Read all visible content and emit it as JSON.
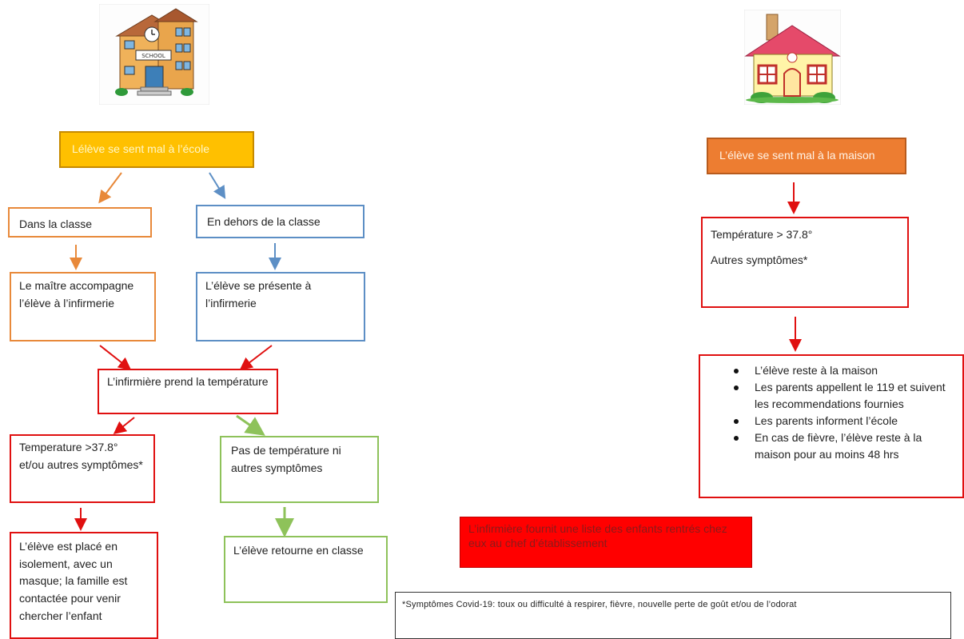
{
  "school_side": {
    "header": "Lélève se sent mal à l’école",
    "in_class": "Dans la classe",
    "out_class": "En dehors de la classe",
    "teacher_accompanies": "Le maître accompagne l’élève à l’infirmerie",
    "student_presents": "L’élève se présente à l’infirmerie",
    "nurse_takes_temp": "L’infirmière prend la température",
    "fever_or_symptoms": "Temperature >37.8° et/ou autres symptômes*",
    "no_fever": "Pas de température ni autres symptômes",
    "isolation": "L’élève est placé en isolement, avec un masque; la famille est contactée pour venir chercher l’enfant",
    "returns_to_class": "L’élève retourne en classe"
  },
  "school_icon": {
    "sign": "SCHOOL",
    "icon": "school-building-icon"
  },
  "home_icon": {
    "icon": "house-icon"
  },
  "home_side": {
    "header": "L’élève se sent mal à la maison",
    "temperature": "Température > 37.8°",
    "other_symptoms": "Autres symptômes*",
    "actions": [
      "L’élève reste à la maison",
      "Les parents appellent le 119 et suivent les recommendations fournies",
      "Les parents informent l’école",
      "En cas de fièvre, l’élève reste à la maison pour au moins 48 hrs"
    ]
  },
  "nurse_list": "L’infirmière fournit une liste des enfants rentrés chez eux au chef d’établissement",
  "footnote": "*Symptômes Covid-19: toux ou difficulté à respirer, fièvre, nouvelle perte de goût et/ou de l’odorat",
  "colors": {
    "orange": "#e8893a",
    "blue": "#5d8fc5",
    "red": "#e01010",
    "green": "#8ec25a",
    "yellow_header": "#ffc000",
    "orange_header": "#ed7d31"
  }
}
